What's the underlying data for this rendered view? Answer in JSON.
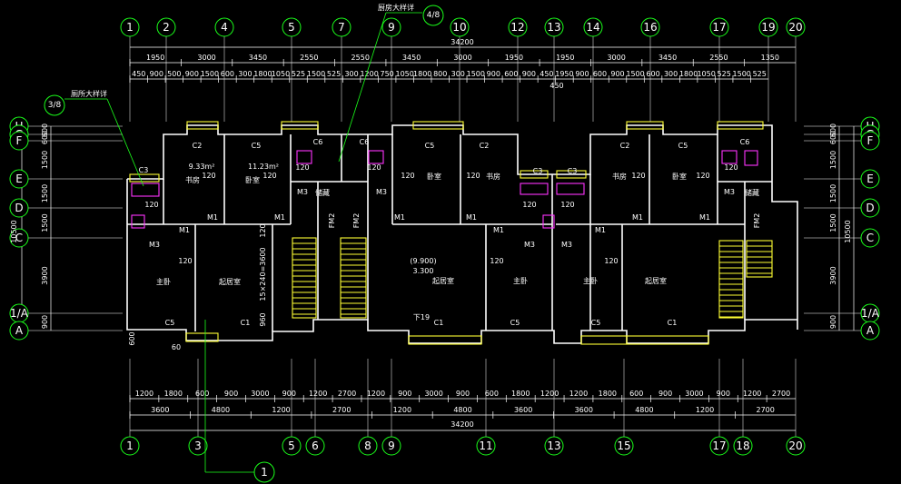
{
  "colors": {
    "background": "#000000",
    "grid": "#1aff1a",
    "wall": "#ffffff",
    "window": "#ffff33",
    "fixture": "#ff33ff"
  },
  "top_axes": [
    "1",
    "2",
    "4",
    "5",
    "7",
    "9",
    "10",
    "12",
    "13",
    "14",
    "16",
    "17",
    "19",
    "20"
  ],
  "bottom_axes": [
    "1",
    "3",
    "5",
    "6",
    "8",
    "9",
    "11",
    "13",
    "15",
    "17",
    "18",
    "20"
  ],
  "left_axes": [
    "H",
    "G",
    "F",
    "E",
    "D",
    "C",
    "1/A",
    "A"
  ],
  "right_axes": [
    "H",
    "G",
    "F",
    "E",
    "D",
    "C",
    "1/A",
    "A"
  ],
  "extra_bubbles": {
    "kitchen": "4/8",
    "bath": "3/8",
    "stair": "1"
  },
  "callouts": {
    "kitchen": "厨房大样详",
    "bath": "厕所大样详"
  },
  "top_dims": {
    "total": "34200",
    "row1": [
      "1950",
      "3000",
      "3450",
      "2550",
      "2550",
      "3450",
      "3000",
      "1950",
      "1950",
      "3000",
      "3450",
      "2550",
      "1350"
    ],
    "row2": [
      "450",
      "900",
      "500",
      "900",
      "1500",
      "600",
      "300",
      "1800",
      "1050",
      "525",
      "1500",
      "525",
      "300",
      "1200",
      "750",
      "1050",
      "1800",
      "800",
      "300",
      "1500",
      "900",
      "600",
      "900",
      "450",
      "1950",
      "900",
      "600",
      "900",
      "1500",
      "600",
      "300",
      "1800",
      "1050",
      "525",
      "1500",
      "525"
    ],
    "row2_sub": "450"
  },
  "bottom_dims": {
    "row1": [
      "1200",
      "1800",
      "600",
      "900",
      "3000",
      "900",
      "1200",
      "2700",
      "1200",
      "900",
      "3000",
      "900",
      "600",
      "1800",
      "1200",
      "1200",
      "1800",
      "600",
      "900",
      "3000",
      "900",
      "1200",
      "2700"
    ],
    "row2": [
      "3600",
      "4800",
      "1200",
      "2700",
      "1200",
      "4800",
      "3600",
      "3600",
      "4800",
      "1200",
      "2700"
    ],
    "total": "34200"
  },
  "left_dims": [
    "600",
    "600",
    "1500",
    "1500",
    "1500",
    "3900",
    "900"
  ],
  "left_total": "10500",
  "right_dims": [
    "600",
    "600",
    "1500",
    "1500",
    "1500",
    "3900",
    "900"
  ],
  "right_total": "10500",
  "rooms": {
    "study": "书房",
    "bedroom": "卧室",
    "master": "主卧",
    "living": "起居室",
    "storage": "储藏",
    "area_study": "9.33m²",
    "area_bedroom": "11.23m²"
  },
  "tags": {
    "c1": "C1",
    "c2": "C2",
    "c3": "C3",
    "c5": "C5",
    "c6": "C6",
    "m1": "M1",
    "m3": "M3",
    "fm": "FM2",
    "w120": "120",
    "stair_note": "15×240=3600",
    "step_note": "下19",
    "elev1": "(9.900)",
    "elev2": "3.300",
    "d960": "960",
    "d600": "600",
    "d60": "60"
  }
}
